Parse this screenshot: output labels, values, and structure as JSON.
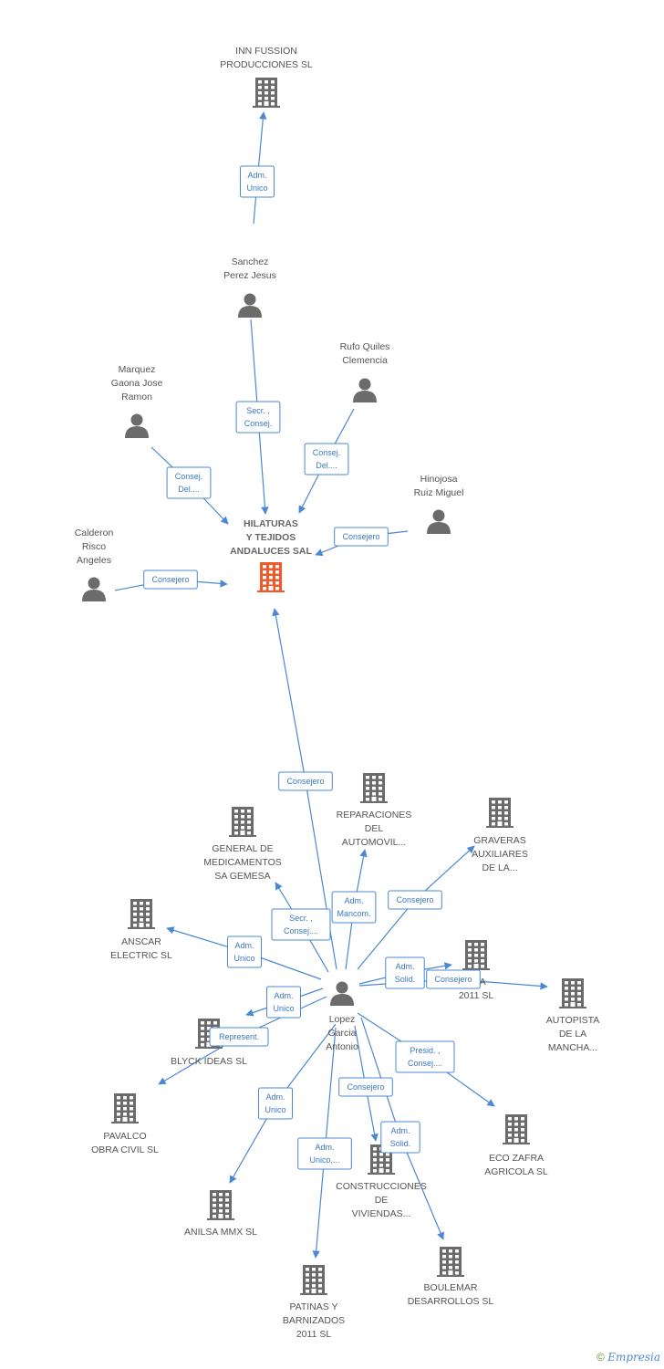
{
  "colors": {
    "edge": "#4a88d4",
    "node_icon": "#6b6b6b",
    "center_icon": "#f05a28",
    "label": "#555555"
  },
  "nodes": [
    {
      "id": "c",
      "kind": "company",
      "lines": [
        "HILATURAS",
        "Y TEJIDOS",
        "ANDALUCES SAL"
      ],
      "center": true
    },
    {
      "id": "inn",
      "kind": "company",
      "lines": [
        "INN FUSSION",
        "PRODUCCIONES SL"
      ]
    },
    {
      "id": "sanchez",
      "kind": "person",
      "lines": [
        "Sanchez",
        "Perez Jesus"
      ]
    },
    {
      "id": "rufo",
      "kind": "person",
      "lines": [
        "Rufo Quiles",
        "Clemencia"
      ]
    },
    {
      "id": "marquez",
      "kind": "person",
      "lines": [
        "Marquez",
        "Gaona Jose",
        "Ramon"
      ]
    },
    {
      "id": "hinojosa",
      "kind": "person",
      "lines": [
        "Hinojosa",
        "Ruiz Miguel"
      ]
    },
    {
      "id": "calderon",
      "kind": "person",
      "lines": [
        "Calderon",
        "Risco",
        "Angeles"
      ]
    },
    {
      "id": "lopez",
      "kind": "person",
      "lines": [
        "Lopez",
        "Garcia",
        "Antonio"
      ]
    },
    {
      "id": "reparaciones",
      "kind": "company",
      "lines": [
        "REPARACIONES",
        "DEL",
        "AUTOMOVIL..."
      ]
    },
    {
      "id": "graveras",
      "kind": "company",
      "lines": [
        "GRAVERAS",
        "AUXILIARES",
        "DE LA..."
      ]
    },
    {
      "id": "general",
      "kind": "company",
      "lines": [
        "GENERAL DE",
        "MEDICAMENTOS",
        "SA GEMESA"
      ]
    },
    {
      "id": "anscar",
      "kind": "company",
      "lines": [
        "ANSCAR",
        "ELECTRIC SL"
      ]
    },
    {
      "id": "rsa",
      "kind": "company",
      "lines": [
        "RSA",
        "2011 SL"
      ]
    },
    {
      "id": "autopista",
      "kind": "company",
      "lines": [
        "AUTOPISTA",
        "DE LA",
        "MANCHA..."
      ]
    },
    {
      "id": "blyck",
      "kind": "company",
      "lines": [
        "BLYCK IDEAS SL"
      ]
    },
    {
      "id": "pavalco",
      "kind": "company",
      "lines": [
        "PAVALCO",
        "OBRA CIVIL  SL"
      ]
    },
    {
      "id": "eco",
      "kind": "company",
      "lines": [
        "ECO ZAFRA",
        "AGRICOLA SL"
      ]
    },
    {
      "id": "construcciones",
      "kind": "company",
      "lines": [
        "CONSTRUCCIONES",
        "DE",
        "VIVIENDAS..."
      ]
    },
    {
      "id": "anilsa",
      "kind": "company",
      "lines": [
        "ANILSA MMX SL"
      ]
    },
    {
      "id": "boulemar",
      "kind": "company",
      "lines": [
        "BOULEMAR",
        "DESARROLLOS SL"
      ]
    },
    {
      "id": "patinas",
      "kind": "company",
      "lines": [
        "PATINAS Y",
        "BARNIZADOS",
        "2011 SL"
      ]
    }
  ],
  "edges": [
    {
      "from": "sanchez",
      "to": "inn",
      "lines": [
        "Adm.",
        "Unico"
      ]
    },
    {
      "from": "sanchez",
      "to": "c",
      "lines": [
        "Secr. ,",
        "Consej."
      ]
    },
    {
      "from": "rufo",
      "to": "c",
      "lines": [
        "Consej.",
        "Del...."
      ]
    },
    {
      "from": "marquez",
      "to": "c",
      "lines": [
        "Consej.",
        "Del...."
      ]
    },
    {
      "from": "hinojosa",
      "to": "c",
      "lines": [
        "Consejero"
      ]
    },
    {
      "from": "calderon",
      "to": "c",
      "lines": [
        "Consejero"
      ]
    },
    {
      "from": "lopez",
      "to": "c",
      "lines": [
        "Consejero"
      ]
    },
    {
      "from": "lopez",
      "to": "reparaciones",
      "lines": [
        "Adm.",
        "Mancom."
      ]
    },
    {
      "from": "lopez",
      "to": "graveras",
      "lines": [
        "Consejero"
      ]
    },
    {
      "from": "lopez",
      "to": "general",
      "lines": [
        "Secr. ,",
        "Consej...."
      ]
    },
    {
      "from": "lopez",
      "to": "anscar",
      "lines": [
        "Adm.",
        "Unico"
      ]
    },
    {
      "from": "lopez",
      "to": "rsa",
      "lines": [
        "Adm.",
        "Solid."
      ]
    },
    {
      "from": "lopez",
      "to": "autopista",
      "lines": [
        "Consejero"
      ]
    },
    {
      "from": "lopez",
      "to": "blyck",
      "lines": [
        "Adm.",
        "Unico"
      ]
    },
    {
      "from": "lopez",
      "to": "pavalco",
      "lines": [
        "Represent."
      ]
    },
    {
      "from": "lopez",
      "to": "eco",
      "lines": [
        "Presid. ,",
        "Consej...."
      ]
    },
    {
      "from": "lopez",
      "to": "construcciones",
      "lines": [
        "Consejero"
      ]
    },
    {
      "from": "lopez",
      "to": "boulemar",
      "lines": [
        "Adm.",
        "Solid."
      ]
    },
    {
      "from": "lopez",
      "to": "anilsa",
      "lines": [
        "Adm.",
        "Unico"
      ]
    },
    {
      "from": "lopez",
      "to": "patinas",
      "lines": [
        "Adm.",
        "Unico,..."
      ]
    }
  ],
  "credit": {
    "symbol": "©",
    "brand": "Empresia"
  }
}
